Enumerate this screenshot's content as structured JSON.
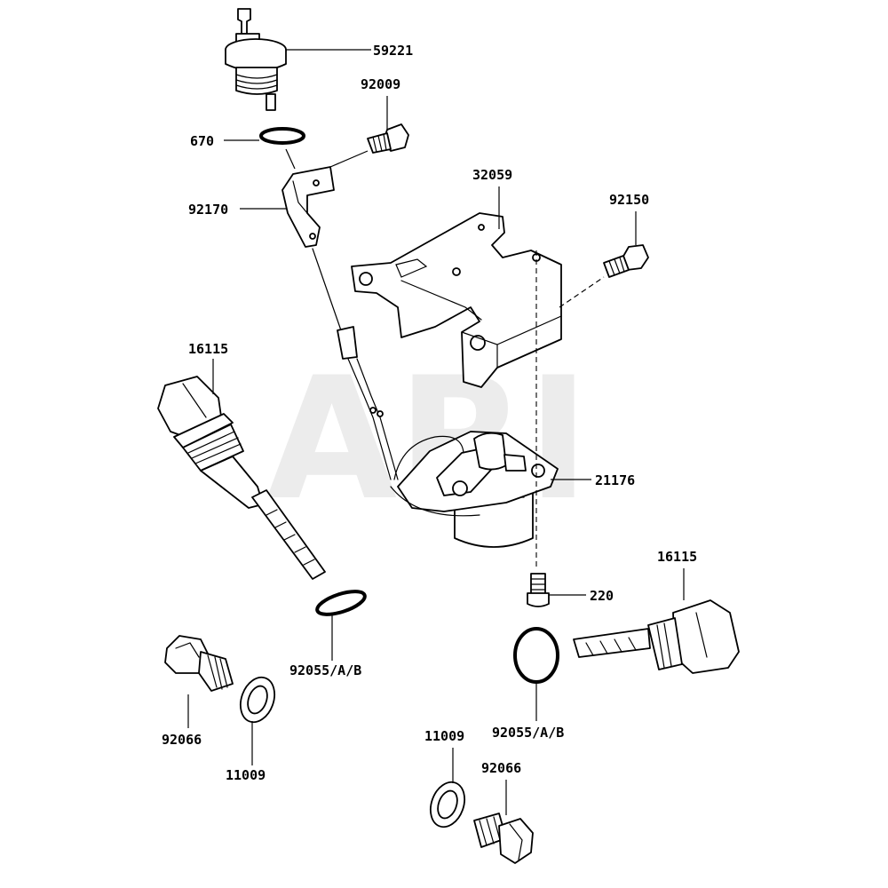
{
  "watermark": "ARI",
  "labels": {
    "p59221": "59221",
    "p92009": "92009",
    "p670": "670",
    "p92170": "92170",
    "p32059": "32059",
    "p92150": "92150",
    "p16115_left": "16115",
    "p21176": "21176",
    "p220": "220",
    "p16115_right": "16115",
    "p92055_left": "92055/A/B",
    "p92055_right": "92055/A/B",
    "p92066_left": "92066",
    "p11009_left": "11009",
    "p11009_right": "11009",
    "p92066_right": "92066"
  }
}
